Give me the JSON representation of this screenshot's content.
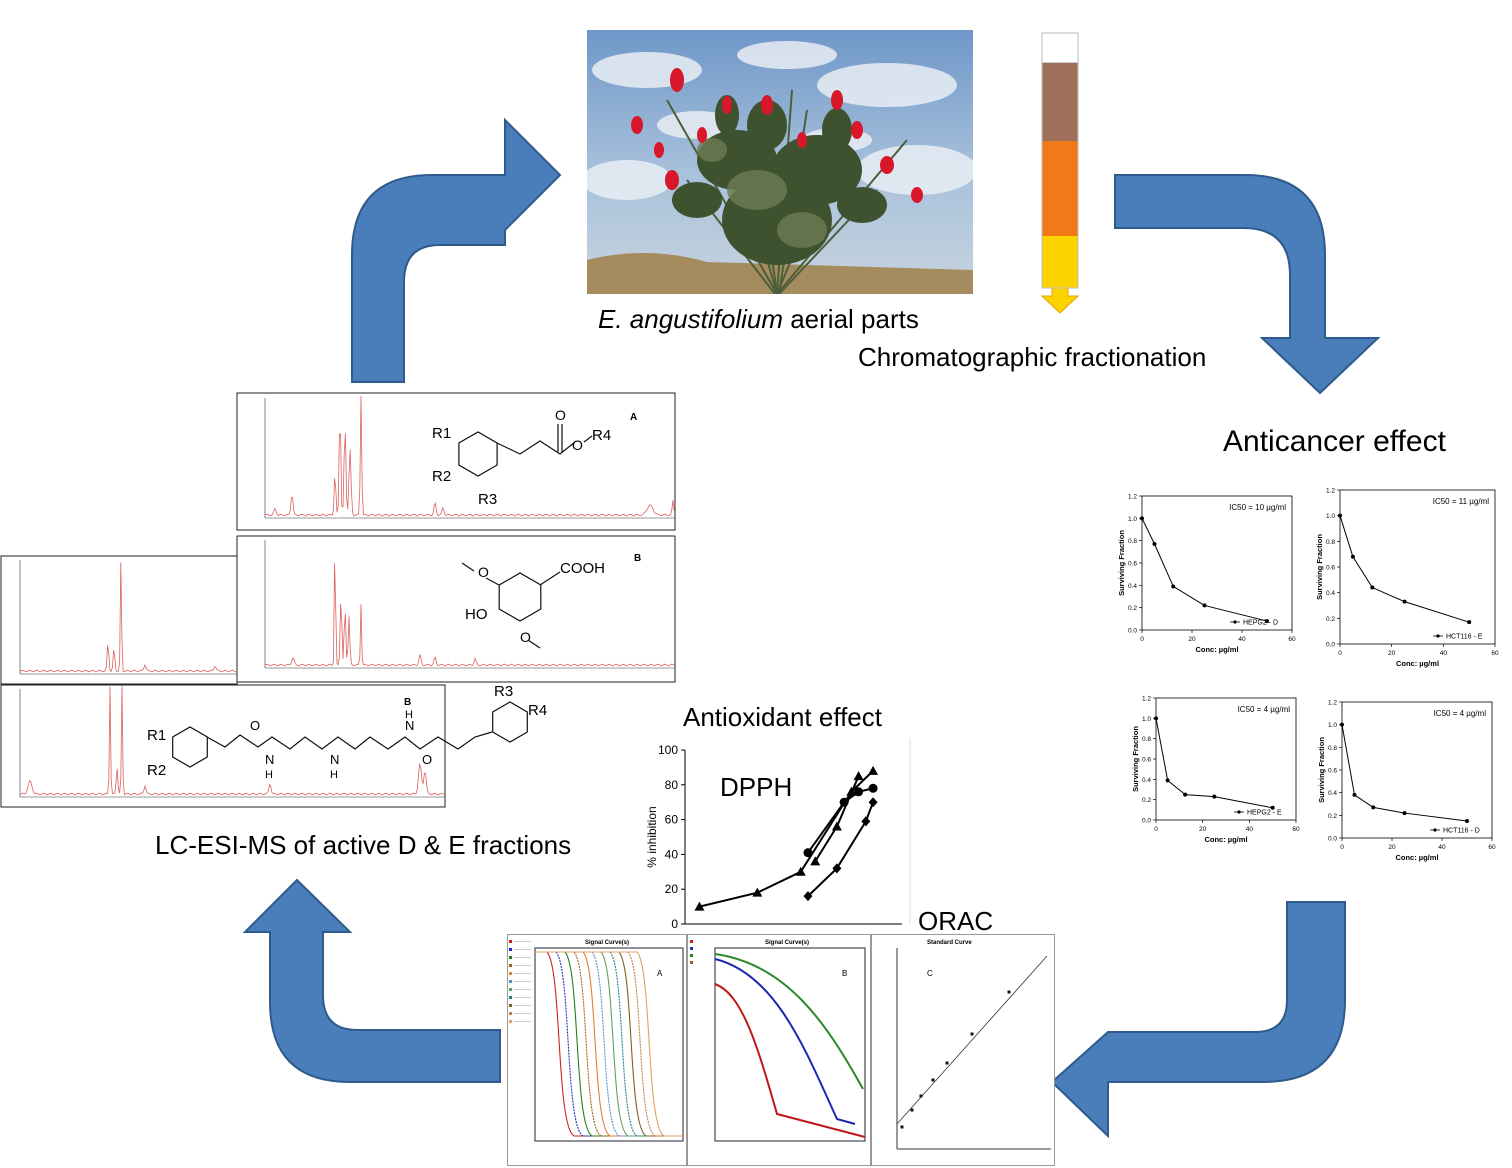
{
  "labels": {
    "plant_species": "E. angustifolium",
    "plant_rest": " aerial parts",
    "fractionation": "Chromatographic fractionation",
    "anticancer": "Anticancer effect",
    "antioxidant": "Antioxidant effect",
    "dpph": "DPPH",
    "orac": "ORAC",
    "lcms": "LC-ESI-MS  of active D & E fractions"
  },
  "colors": {
    "arrow": "#4a7ebb",
    "arrow_edge": "#2f5a8c",
    "ms_trace": "#e06060",
    "column_brown": "#a0715a",
    "column_orange": "#f07a18",
    "column_yellow": "#fbd400"
  },
  "ms": {
    "panel_A": {
      "letter": "A",
      "r1": "R1",
      "r2": "R2",
      "r3": "R3",
      "r4": "R4"
    },
    "panel_B_top": {
      "letter": "B",
      "cooh": "COOH",
      "ho": "HO"
    },
    "panel_B_bottom": {
      "letter": "B",
      "r1": "R1",
      "r2": "R2",
      "r3": "R3",
      "r4": "R4",
      "nh": "N",
      "h": "H"
    }
  },
  "chart_data": [
    {
      "id": "anticancer-1",
      "type": "line",
      "x": [
        0,
        5,
        12.5,
        25,
        50
      ],
      "values": [
        1.0,
        0.77,
        0.39,
        0.22,
        0.08
      ],
      "annotation": "IC50 = 10 µg/ml",
      "legend": "HEPG2 - D",
      "xlabel": "Conc: µg/ml",
      "ylabel": "Surviving Fraction",
      "xlim": [
        0,
        60
      ],
      "ylim": [
        0,
        1.2
      ],
      "xticks": [
        "0",
        "20",
        "40",
        "60"
      ],
      "yticks": [
        "0.0",
        "0.2",
        "0.4",
        "0.6",
        "0.8",
        "1.0",
        "1.2"
      ]
    },
    {
      "id": "anticancer-2",
      "type": "line",
      "x": [
        0,
        5,
        12.5,
        25,
        50
      ],
      "values": [
        1.0,
        0.68,
        0.44,
        0.33,
        0.17
      ],
      "annotation": "IC50 = 11 µg/ml",
      "legend": "HCT116 - E",
      "xlabel": "Conc: µg/ml",
      "ylabel": "Surviving Fraction",
      "xlim": [
        0,
        60
      ],
      "ylim": [
        0,
        1.2
      ],
      "xticks": [
        "0",
        "20",
        "40",
        "60"
      ],
      "yticks": [
        "0.0",
        "0.2",
        "0.4",
        "0.6",
        "0.8",
        "1.0",
        "1.2"
      ]
    },
    {
      "id": "anticancer-3",
      "type": "line",
      "x": [
        0,
        5,
        12.5,
        25,
        50
      ],
      "values": [
        1.0,
        0.39,
        0.25,
        0.23,
        0.12
      ],
      "annotation": "IC50 = 4  µg/ml",
      "legend": "HEPG2 - E",
      "xlabel": "Conc: µg/ml",
      "ylabel": "Surviving Fraction",
      "xlim": [
        0,
        60
      ],
      "ylim": [
        0,
        1.2
      ],
      "xticks": [
        "0",
        "20",
        "40",
        "60"
      ],
      "yticks": [
        "0.0",
        "0.2",
        "0.4",
        "0.6",
        "0.8",
        "1.0",
        "1.2"
      ]
    },
    {
      "id": "anticancer-4",
      "type": "line",
      "x": [
        0,
        5,
        12.5,
        25,
        50
      ],
      "values": [
        1.0,
        0.38,
        0.27,
        0.22,
        0.15
      ],
      "annotation": "IC50 = 4 µg/ml",
      "legend": "HCT116 - D",
      "xlabel": "Conc: µg/ml",
      "ylabel": "Surviving Fraction",
      "xlim": [
        0,
        60
      ],
      "ylim": [
        0,
        1.2
      ],
      "xticks": [
        "0",
        "20",
        "40",
        "60"
      ],
      "yticks": [
        "0.0",
        "0.2",
        "0.4",
        "0.6",
        "0.8",
        "1.0",
        "1.2"
      ]
    },
    {
      "id": "dpph",
      "type": "line",
      "ylabel": "% inhibition",
      "ylim": [
        0,
        100
      ],
      "xlim": [
        0.5,
        2.0
      ],
      "yticks": [
        "0",
        "20",
        "40",
        "60",
        "80",
        "100"
      ],
      "series": [
        {
          "marker": "triangle",
          "x": [
            0.6,
            1.0,
            1.3,
            1.65,
            1.8
          ],
          "values": [
            10,
            18,
            30,
            76,
            88
          ]
        },
        {
          "marker": "circle",
          "x": [
            1.35,
            1.6,
            1.7,
            1.8
          ],
          "values": [
            41,
            70,
            76,
            78
          ]
        },
        {
          "marker": "diamond",
          "x": [
            1.35,
            1.55,
            1.75,
            1.8
          ],
          "values": [
            16,
            32,
            59,
            70
          ]
        },
        {
          "marker": "triangle",
          "x": [
            1.4,
            1.55,
            1.7
          ],
          "values": [
            36,
            56,
            85
          ]
        }
      ]
    }
  ],
  "orac": {
    "a_title": "Signal Curve(s)",
    "b_title": "Signal Curve(s)",
    "c_title": "Standard Curve",
    "a_letter": "A",
    "b_letter": "B",
    "c_letter": "C"
  }
}
